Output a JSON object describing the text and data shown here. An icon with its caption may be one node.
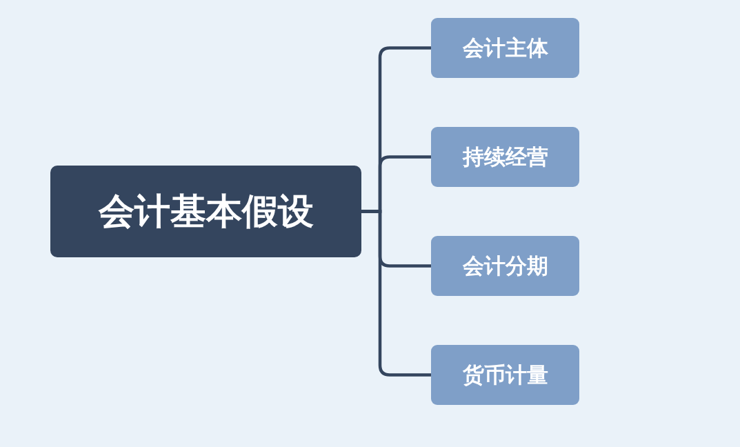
{
  "diagram": {
    "nodes": [
      {
        "text": [
          "会计基本假设"
        ]
      },
      {
        "text": [
          "会计主体"
        ]
      },
      {
        "text": [
          "持续经营"
        ]
      },
      {
        "text": [
          "会计分期"
        ]
      },
      {
        "text": [
          "货币计量"
        ]
      }
    ],
    "edges": [
      {
        "from": 0,
        "to": 1,
        "arrow": "none"
      },
      {
        "from": 0,
        "to": 2,
        "arrow": "none"
      },
      {
        "from": 0,
        "to": 3,
        "arrow": "none"
      },
      {
        "from": 0,
        "to": 4,
        "arrow": "none"
      }
    ]
  }
}
